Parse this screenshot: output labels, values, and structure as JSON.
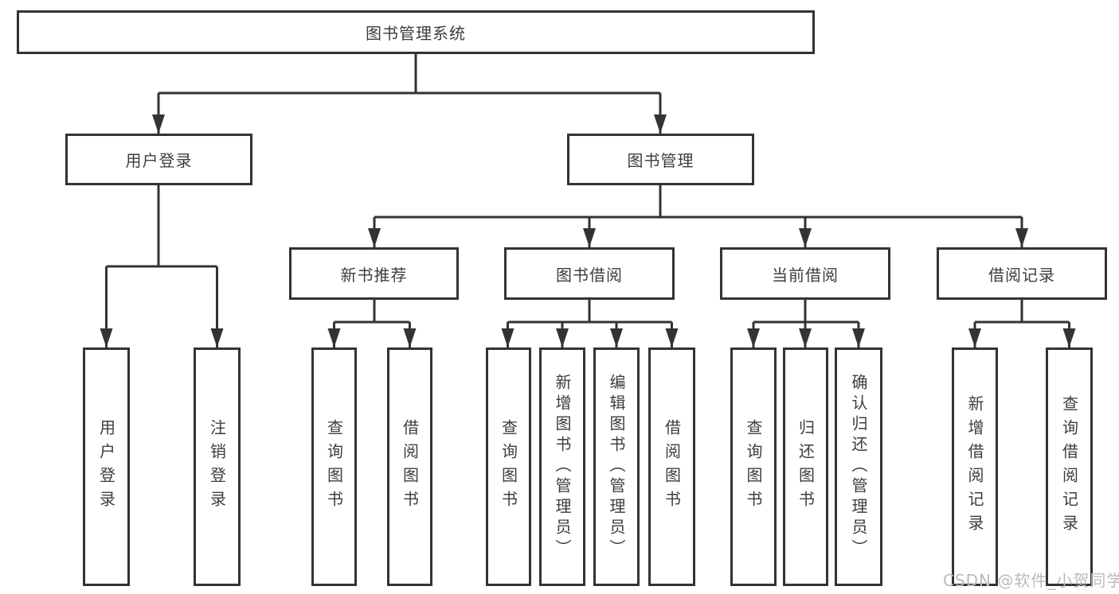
{
  "nodes": {
    "root": "图书管理系统",
    "user_login": {
      "label": "用户登录",
      "children": [
        "用户登录",
        "注销登录"
      ]
    },
    "book_mgmt": {
      "label": "图书管理",
      "children": [
        {
          "label": "新书推荐",
          "children": [
            "查询图书",
            "借阅图书"
          ]
        },
        {
          "label": "图书借阅",
          "children": [
            "查询图书",
            "新增图书（管理员）",
            "编辑图书（管理员）",
            "借阅图书"
          ]
        },
        {
          "label": "当前借阅",
          "children": [
            "查询图书",
            "归还图书",
            "确认归还（管理员）"
          ]
        },
        {
          "label": "借阅记录",
          "children": [
            "新增借阅记录",
            "查询借阅记录"
          ]
        }
      ]
    }
  },
  "watermark": {
    "text": "CSDN @软件_小贺同学"
  },
  "colors": {
    "line": "#333333",
    "box_border": "#333333",
    "text": "#3d3d3d",
    "watermark": "#b7bbc0",
    "background": "#ffffff"
  }
}
